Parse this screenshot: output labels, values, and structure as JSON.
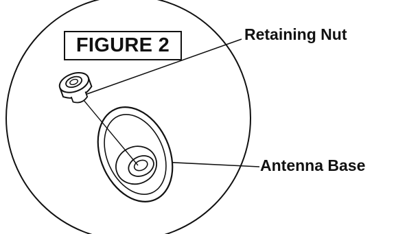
{
  "figure": {
    "title": "FIGURE 2",
    "parts": {
      "retaining_nut": "Retaining Nut",
      "antenna_base": "Antenna Base"
    }
  },
  "colors": {
    "ink": "#111111",
    "background": "#ffffff"
  }
}
